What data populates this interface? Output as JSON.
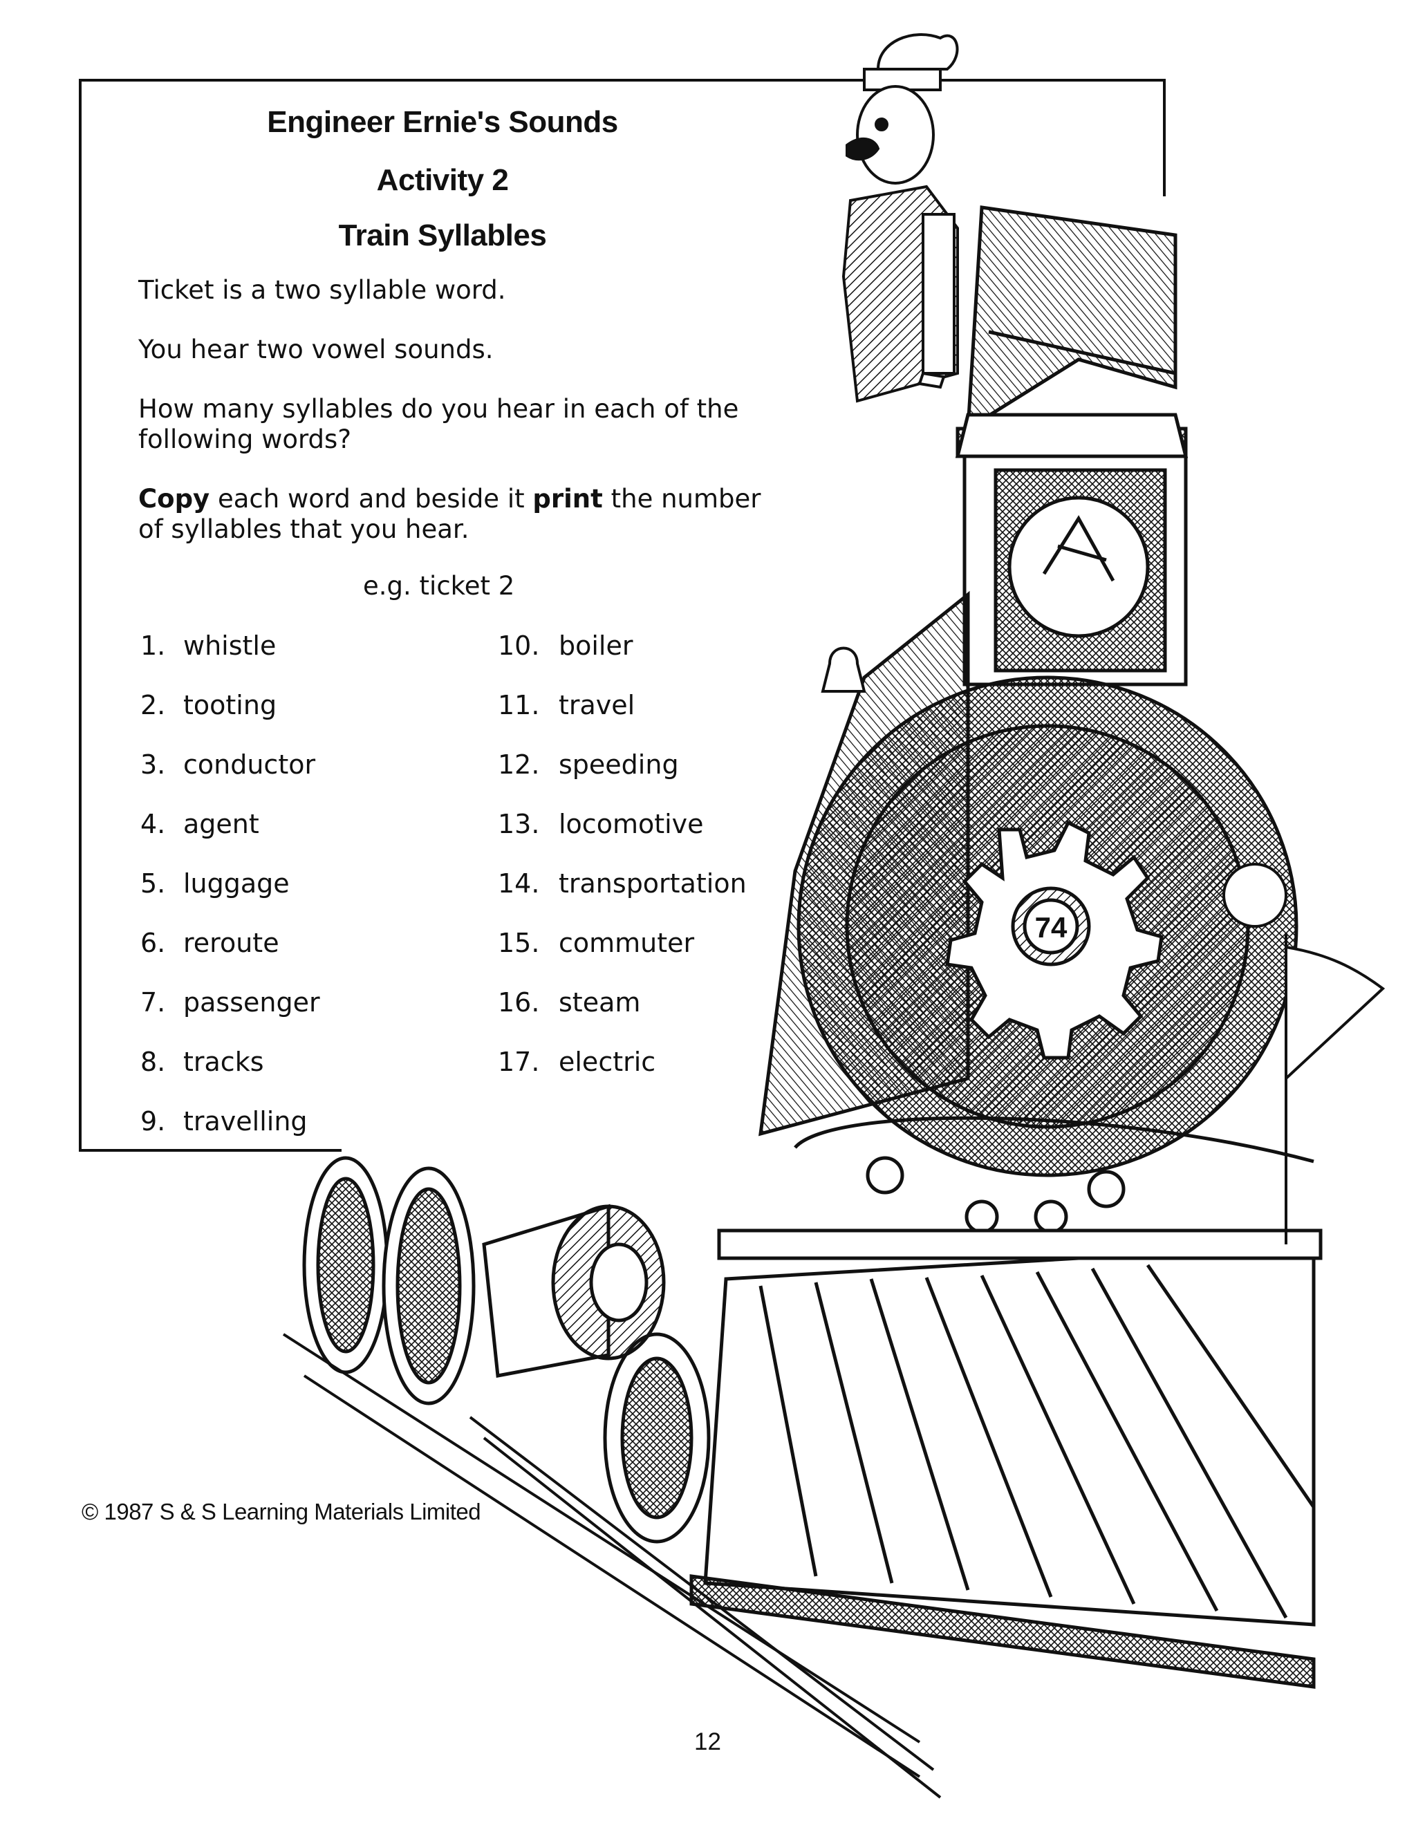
{
  "worksheet": {
    "title": "Engineer Ernie's Sounds",
    "activity": "Activity 2",
    "subtitle": "Train Syllables",
    "intro_line_1": "Ticket is a two syllable word.",
    "intro_line_2": "You hear two vowel sounds.",
    "question_line_1": "How many syllables do you hear in each of the",
    "question_line_2": "following words?",
    "instruction": {
      "copy_word": "Copy",
      "part_1": " each word and beside it ",
      "print_word": "print",
      "part_2": " the number",
      "line_2": "of syllables that you hear."
    },
    "example": "e.g. ticket 2"
  },
  "words": [
    {
      "num": "1.",
      "word": "whistle"
    },
    {
      "num": "2.",
      "word": "tooting"
    },
    {
      "num": "3.",
      "word": "conductor"
    },
    {
      "num": "4.",
      "word": "agent"
    },
    {
      "num": "5.",
      "word": "luggage"
    },
    {
      "num": "6.",
      "word": "reroute"
    },
    {
      "num": "7.",
      "word": "passenger"
    },
    {
      "num": "8.",
      "word": "tracks"
    },
    {
      "num": "9.",
      "word": "travelling"
    },
    {
      "num": "10.",
      "word": "boiler"
    },
    {
      "num": "11.",
      "word": "travel"
    },
    {
      "num": "12.",
      "word": "speeding"
    },
    {
      "num": "13.",
      "word": "locomotive"
    },
    {
      "num": "14.",
      "word": "transportation"
    },
    {
      "num": "15.",
      "word": "commuter"
    },
    {
      "num": "16.",
      "word": "steam"
    },
    {
      "num": "17.",
      "word": "electric"
    }
  ],
  "footer": {
    "copyright": "© 1987 S & S Learning Materials Limited",
    "page_number": "12"
  },
  "illustration": {
    "engine_number": "74"
  }
}
